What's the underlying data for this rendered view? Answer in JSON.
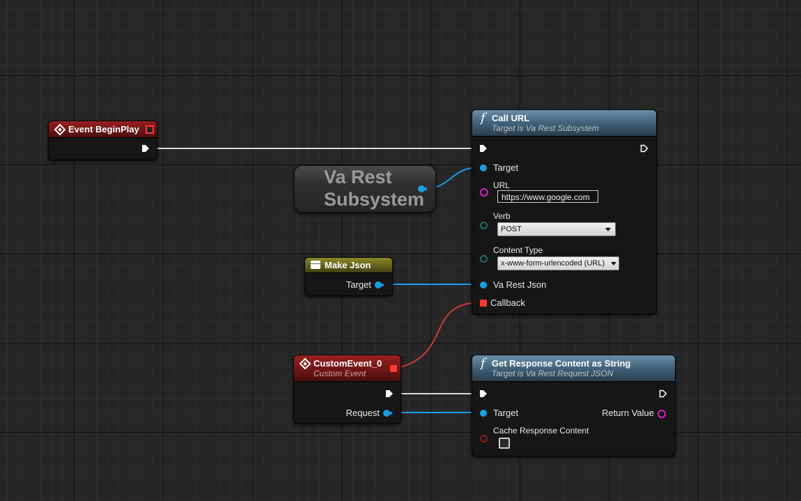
{
  "nodes": {
    "event_begin_play": {
      "title": "Event BeginPlay"
    },
    "va_rest_subsystem": {
      "label": "Va Rest Subsystem"
    },
    "make_json": {
      "title": "Make Json",
      "target_label": "Target"
    },
    "call_url": {
      "title": "Call URL",
      "subtitle": "Target is Va Rest Subsystem",
      "target_label": "Target",
      "url_label": "URL",
      "url_value": "https://www.google.com",
      "verb_label": "Verb",
      "verb_value": "POST",
      "content_type_label": "Content Type",
      "content_type_value": "x-www-form-urlencoded (URL)",
      "va_rest_json_label": "Va Rest Json",
      "callback_label": "Callback"
    },
    "custom_event": {
      "title": "CustomEvent_0",
      "subtitle": "Custom Event",
      "request_label": "Request"
    },
    "get_response": {
      "title": "Get Response Content as String",
      "subtitle": "Target is Va Rest Request JSON",
      "target_label": "Target",
      "return_label": "Return Value",
      "cache_label": "Cache Response Content",
      "cache_checked": false
    }
  },
  "colors": {
    "exec_wire": "#e6e6e6",
    "object_wire": "#1a9ee8",
    "delegate_wire": "#e03a3a",
    "string_pin": "#e020c8"
  }
}
